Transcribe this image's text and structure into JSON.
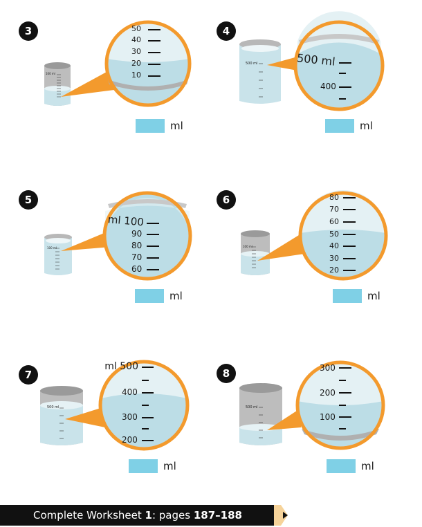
{
  "unit_label": "ml",
  "problems": [
    {
      "number": "3",
      "zoom_labels": [
        "50",
        "40",
        "30",
        "20",
        "10"
      ],
      "beaker_top_label": "100 ml"
    },
    {
      "number": "4",
      "zoom_labels": [
        "500 ml",
        "400"
      ],
      "beaker_top_label": "500 ml"
    },
    {
      "number": "5",
      "zoom_labels": [
        "100 ml",
        "90",
        "80",
        "70",
        "60"
      ],
      "beaker_top_label": "100 ml"
    },
    {
      "number": "6",
      "zoom_labels": [
        "80",
        "70",
        "60",
        "50",
        "40",
        "30",
        "20"
      ],
      "beaker_top_label": "100 ml"
    },
    {
      "number": "7",
      "zoom_labels": [
        "500 ml",
        "400",
        "300",
        "200"
      ],
      "beaker_top_label": "500 ml"
    },
    {
      "number": "8",
      "zoom_labels": [
        "300",
        "200",
        "100"
      ],
      "beaker_top_label": "500 ml"
    }
  ],
  "footer": {
    "prefix": "Complete Worksheet ",
    "worksheet": "1",
    "middle": ": pages ",
    "pages": "187–188"
  },
  "colors": {
    "liquid": "#bcdde6",
    "liquid_top": "#e4f1f4",
    "glass": "#bdbdbd",
    "glass_dark": "#8f8f8f",
    "zoom_ring": "#f39a2d",
    "answer_box": "#7fd0e6"
  }
}
